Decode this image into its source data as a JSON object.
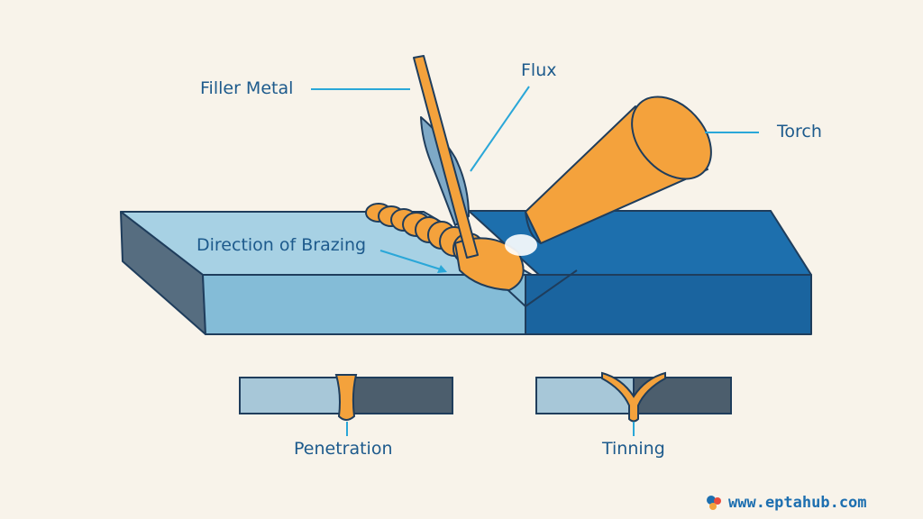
{
  "labels": {
    "filler_metal": "Filler Metal",
    "flux": "Flux",
    "torch": "Torch",
    "direction": "Direction of Brazing",
    "penetration": "Penetration",
    "tinning": "Tinning"
  },
  "watermark": {
    "text": "www.eptahub.com"
  },
  "colors": {
    "background": "#f8f3ea",
    "label": "#1d5a8c",
    "leader": "#2aa7d8",
    "light_plate": "#8cc3dd",
    "dark_plate": "#1d6fad",
    "filler": "#f4a23c",
    "flux": "#7ea9c7",
    "outline": "#1f3d5c"
  }
}
